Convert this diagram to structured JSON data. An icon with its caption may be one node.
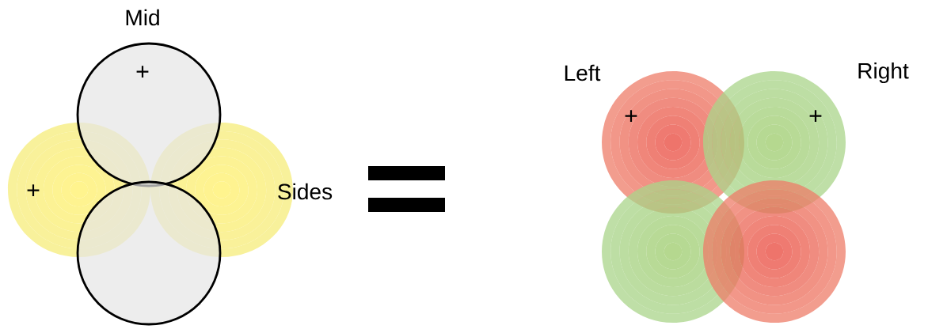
{
  "diagram": {
    "labels": [
      "Mid",
      "+",
      "Left",
      "Right",
      "+",
      "+",
      "+",
      "Sides"
    ]
  }
}
